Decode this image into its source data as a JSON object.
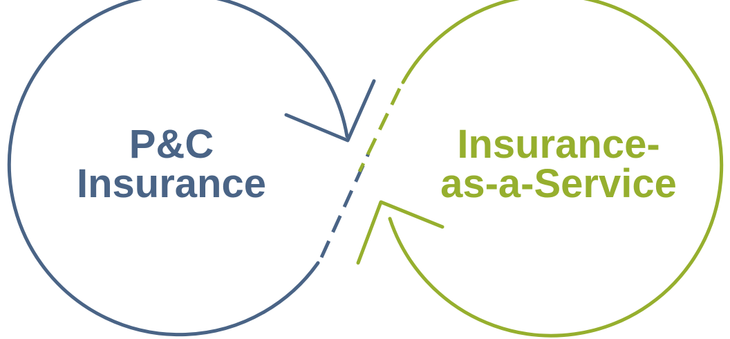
{
  "colors": {
    "left": "#4a6486",
    "right": "#96af2e",
    "background": "#ffffff"
  },
  "left_cycle": {
    "label_line1": "P&C",
    "label_line2": "Insurance"
  },
  "right_cycle": {
    "label_line1": "Insurance-",
    "label_line2": "as-a-Service"
  }
}
